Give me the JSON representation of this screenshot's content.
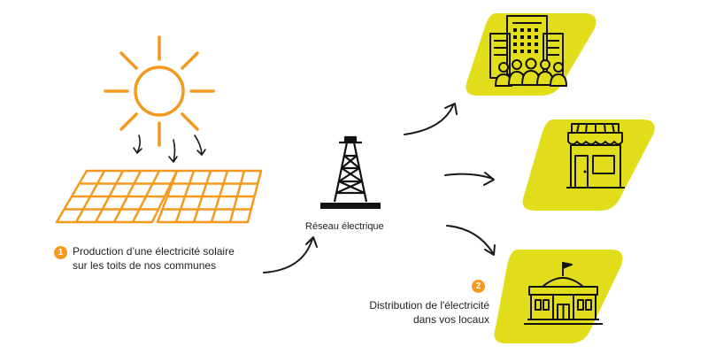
{
  "colors": {
    "orange": "#F39A1E",
    "yellow": "#E2DD1B",
    "ink": "#111111",
    "arrow": "#1a1a1a",
    "badge": "#F39A1E"
  },
  "steps": [
    {
      "number": "1",
      "line1": "Production d’une électricité solaire",
      "line2": "sur les toits de nos communes"
    },
    {
      "number": "2",
      "line1": "Distribution de l'électricité",
      "line2": "dans vos locaux"
    }
  ],
  "grid_label": "Réseau électrique",
  "icons": {
    "sun": "sun-icon",
    "panels": "solar-panels-icon",
    "tower": "power-pylon-icon",
    "building": "office-building-icon",
    "shop": "shop-icon",
    "town_hall": "town-hall-icon"
  }
}
